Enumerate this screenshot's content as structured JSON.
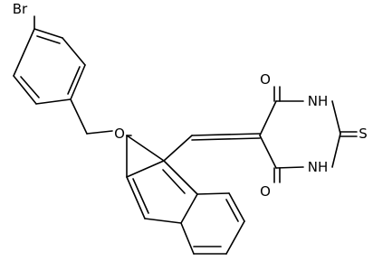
{
  "molecule": {
    "atoms": {
      "bromine": "Br",
      "ether_oxygen": "O",
      "carbonyl_oxygen_top": "O",
      "carbonyl_oxygen_bottom": "O",
      "nh_top": "NH",
      "nh_bottom": "NH",
      "thione_sulfur": "S"
    }
  }
}
